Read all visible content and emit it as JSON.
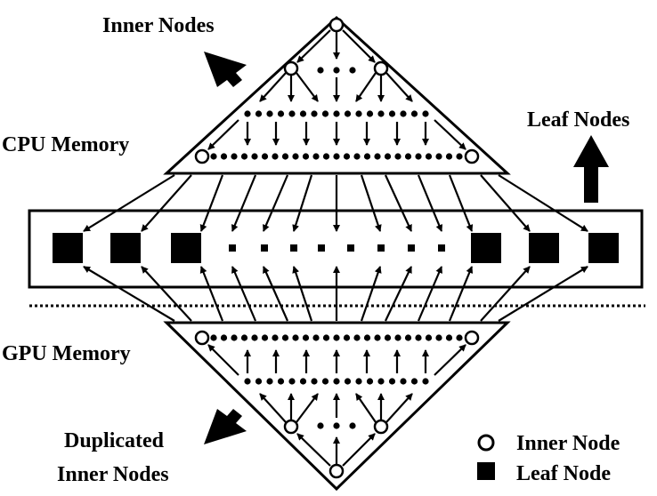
{
  "labels": {
    "inner_nodes": "Inner Nodes",
    "cpu_memory": "CPU Memory",
    "leaf_nodes": "Leaf Nodes",
    "gpu_memory": "GPU Memory",
    "duplicated_line1": "Duplicated",
    "duplicated_line2": "Inner Nodes"
  },
  "legend": {
    "inner_node": "Inner Node",
    "leaf_node": "Leaf Node"
  },
  "colors": {
    "ink": "#000000",
    "background": "#ffffff"
  }
}
